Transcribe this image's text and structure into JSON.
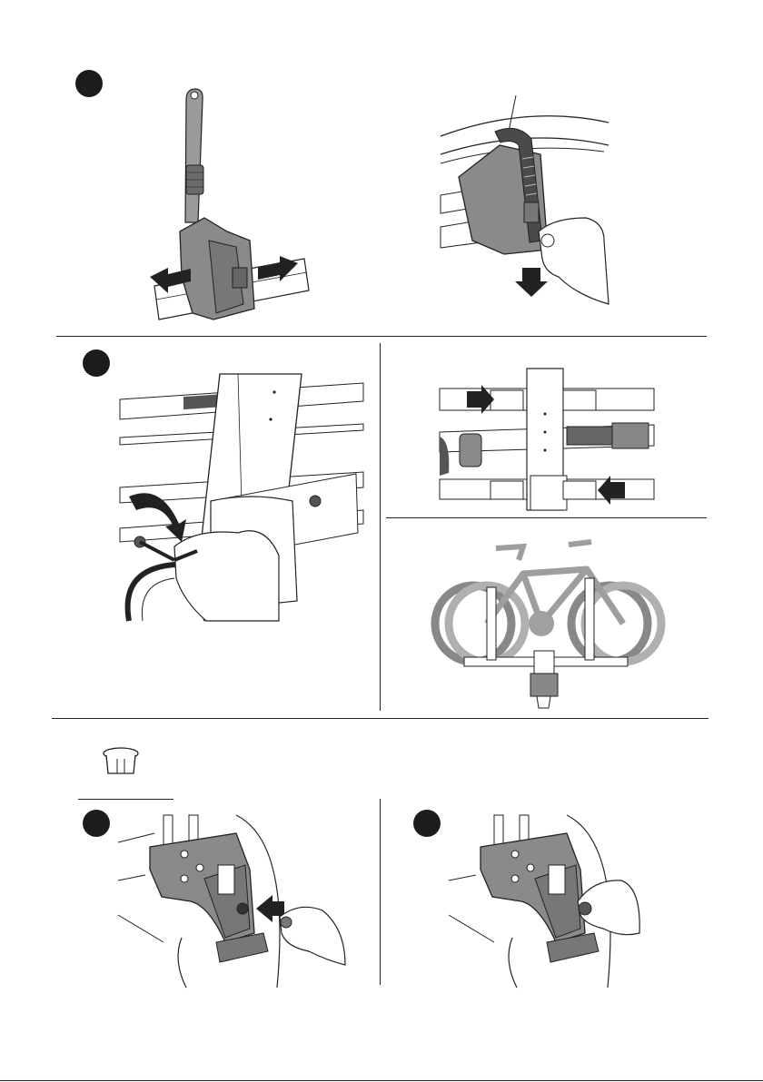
{
  "document": {
    "type": "assembly-instructions",
    "steps": [
      {
        "id": "step-a",
        "panel": "top-left",
        "description": "cradle-slide"
      },
      {
        "id": "step-b",
        "panel": "top-right",
        "description": "strap-tighten"
      },
      {
        "id": "step-c",
        "panel": "middle-left",
        "description": "allen-key-adjust"
      },
      {
        "id": "step-d",
        "panel": "middle-right-top",
        "description": "tray-spacing"
      },
      {
        "id": "step-e",
        "panel": "middle-right-bottom",
        "description": "two-bikes-loaded"
      },
      {
        "id": "step-f",
        "panel": "bottom-left",
        "description": "insert-cap"
      },
      {
        "id": "step-g",
        "panel": "bottom-right",
        "description": "cap-seated"
      }
    ],
    "part_icon": "end-cap-icon",
    "colors": {
      "ink": "#1c1c1c",
      "gray_part": "#8a8a8a",
      "dark_gray": "#555555",
      "light_gray": "#bdbdbd",
      "bike_gray": "#9e9e9e"
    }
  }
}
